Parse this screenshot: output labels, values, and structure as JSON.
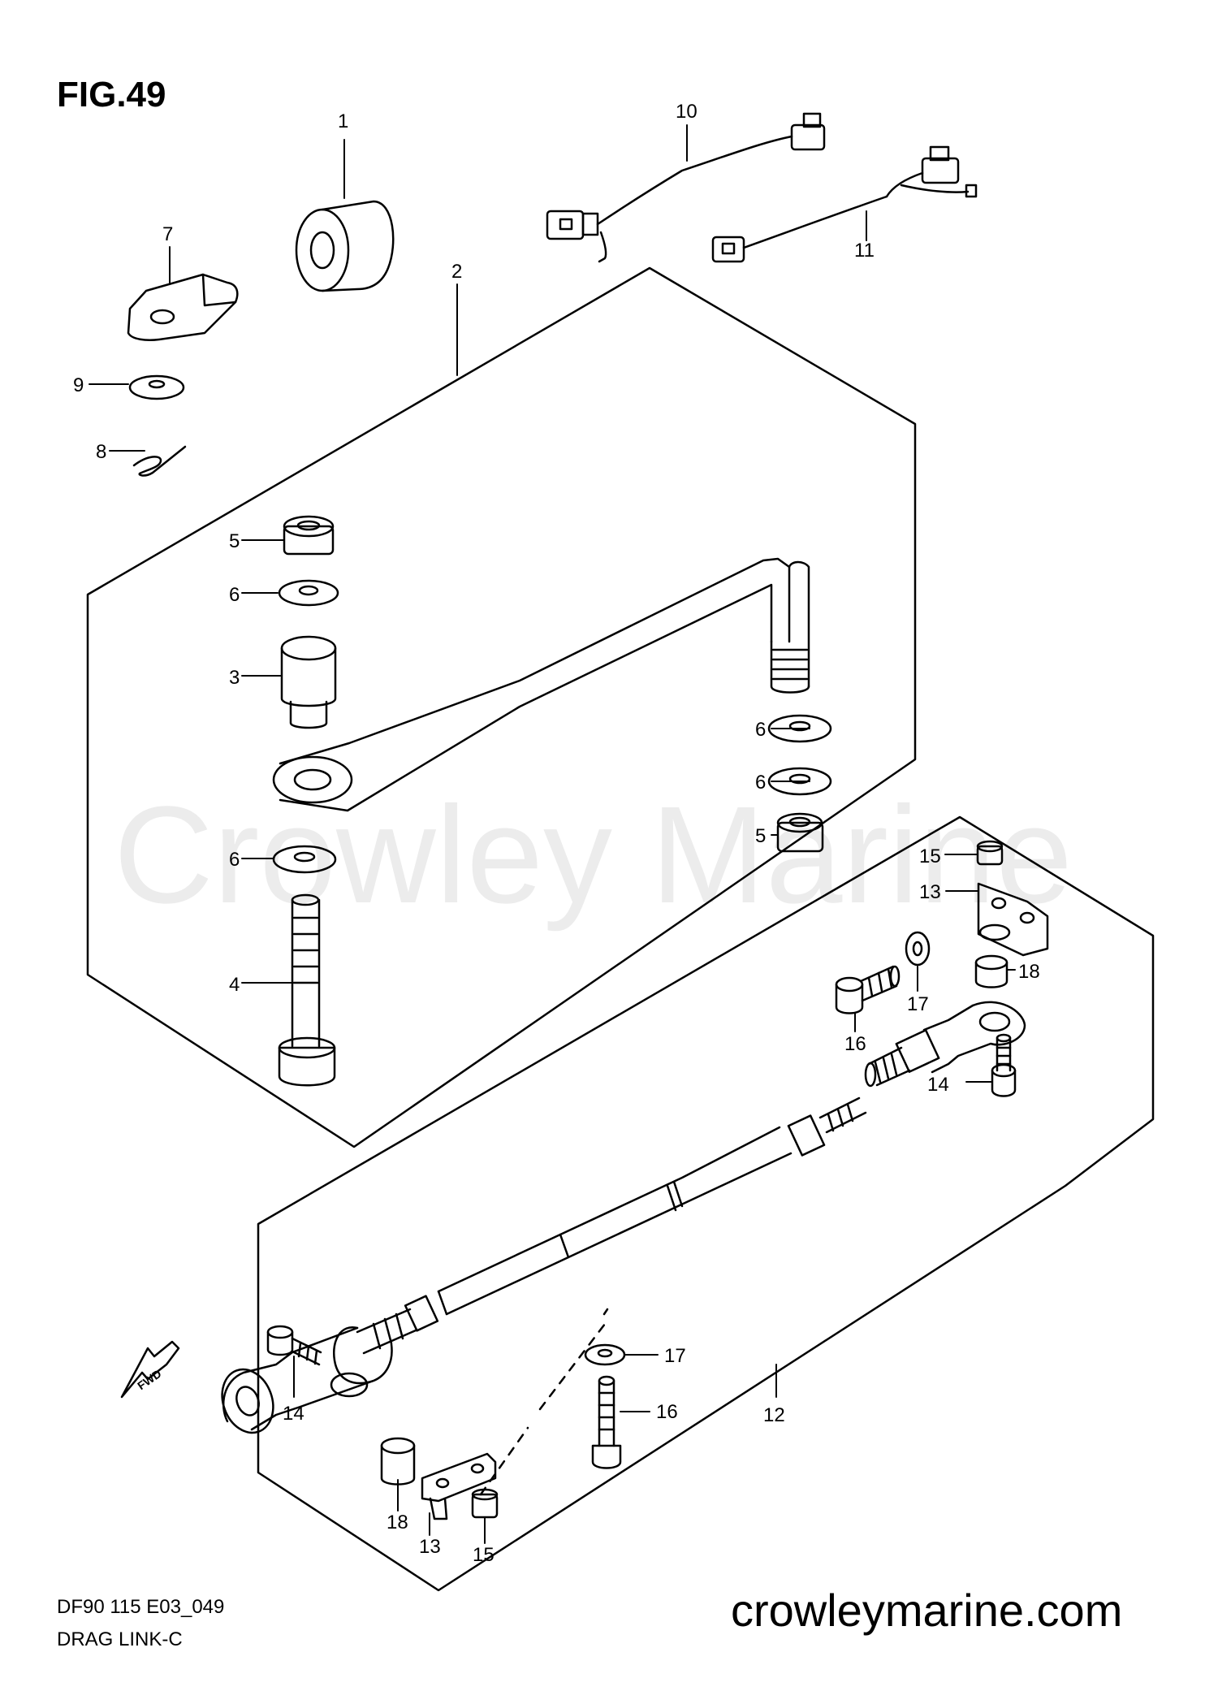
{
  "figure": {
    "title": "FIG.49",
    "code": "DF90 115 E03_049",
    "name": "DRAG LINK-C"
  },
  "watermark": "Crowley Marine",
  "site": "crowleymarine.com",
  "fwd_label": "FWD",
  "callouts": {
    "c1": "1",
    "c2": "2",
    "c3": "3",
    "c4": "4",
    "c5a": "5",
    "c5b": "5",
    "c6a": "6",
    "c6b": "6",
    "c6c": "6",
    "c6d": "6",
    "c7": "7",
    "c8": "8",
    "c9": "9",
    "c10": "10",
    "c11": "11",
    "c12": "12",
    "c13a": "13",
    "c13b": "13",
    "c14a": "14",
    "c14b": "14",
    "c15a": "15",
    "c15b": "15",
    "c16a": "16",
    "c16b": "16",
    "c17a": "17",
    "c17b": "17",
    "c18a": "18",
    "c18b": "18"
  }
}
